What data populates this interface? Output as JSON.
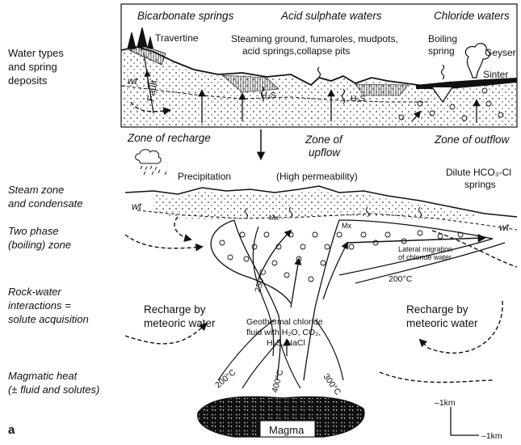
{
  "side_labels": {
    "water_types": [
      "Water types",
      "and spring",
      "deposits"
    ],
    "steam_zone": [
      "Steam zone",
      "and condensate"
    ],
    "two_phase": [
      "Two phase",
      "(boiling) zone"
    ],
    "rock_water": [
      "Rock-water",
      "interactions =",
      "solute acquisition"
    ],
    "magmatic_heat": [
      "Magmatic heat",
      "(± fluid and solutes)"
    ],
    "panel_letter": "a"
  },
  "top_panel": {
    "headers": {
      "bicarbonate": "Bicarbonate springs",
      "acid_sulphate": "Acid sulphate waters",
      "chloride": "Chloride waters"
    },
    "travertine": "Travertine",
    "steaming": [
      "Steaming ground, fumaroles, mudpots,",
      "acid springs,collapse pits"
    ],
    "boiling_spring": [
      "Boiling",
      "spring"
    ],
    "geyser": "Geyser",
    "sinter": "Sinter",
    "wt": "wt",
    "fault": "Fault",
    "h2s_1": "H₂S",
    "h2s_2": "H₂S"
  },
  "zones": {
    "recharge": "Zone of recharge",
    "upflow": [
      "Zone of",
      "upflow"
    ],
    "outflow": "Zone of outflow"
  },
  "main": {
    "precipitation": "Precipitation",
    "high_permeability": "(High permeability)",
    "dilute": [
      "Dilute HCO₃-Cl",
      "springs"
    ],
    "wt_left": "wt",
    "wt_right": "wt",
    "mx_1": "Mx",
    "mx_2": "Mx",
    "lateral": [
      "Lateral migration",
      "of chloride water"
    ],
    "t250": "250°C",
    "t200_right": "200°C",
    "t200_left": "200°C",
    "t300": "300°C",
    "t400": "400°C",
    "recharge_left": [
      "Recharge by",
      "meteoric water"
    ],
    "recharge_right": [
      "Recharge by",
      "meteoric water"
    ],
    "geothermal": [
      "Geothermal chloride",
      "fluid with H₂O, CO₂,",
      "H₂S, NaCl"
    ],
    "magma": "Magma",
    "scale_v": "–1km",
    "scale_h": "–1km"
  }
}
